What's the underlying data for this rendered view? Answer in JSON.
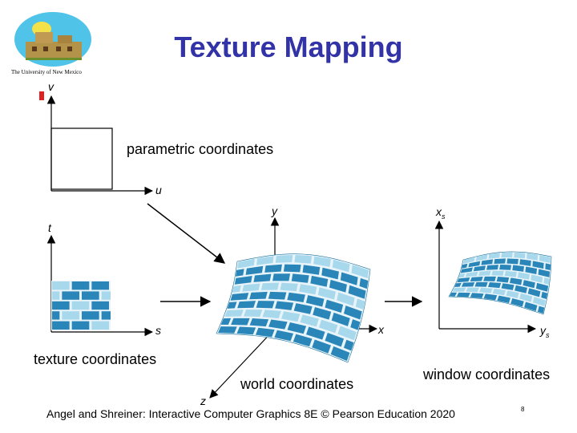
{
  "slide": {
    "title": "Texture Mapping",
    "university": "The University of New Mexico",
    "footer": "Angel and Shreiner: Interactive Computer Graphics 8E © Pearson Education 2020",
    "page_number": "8"
  },
  "labels": {
    "parametric": "parametric coordinates",
    "texture": "texture coordinates",
    "world": "world coordinates",
    "window": "window coordinates"
  },
  "axes": {
    "u": "u",
    "v": "v",
    "s": "s",
    "t": "t",
    "x": "x",
    "y": "y",
    "z": "z",
    "xs": "x",
    "ys": "y",
    "sub_s": "s"
  },
  "colors": {
    "title": "#3333a8",
    "brick_dark": "#2a86b8",
    "brick_light": "#a8d8ec",
    "mortar": "#e8f4fa"
  }
}
